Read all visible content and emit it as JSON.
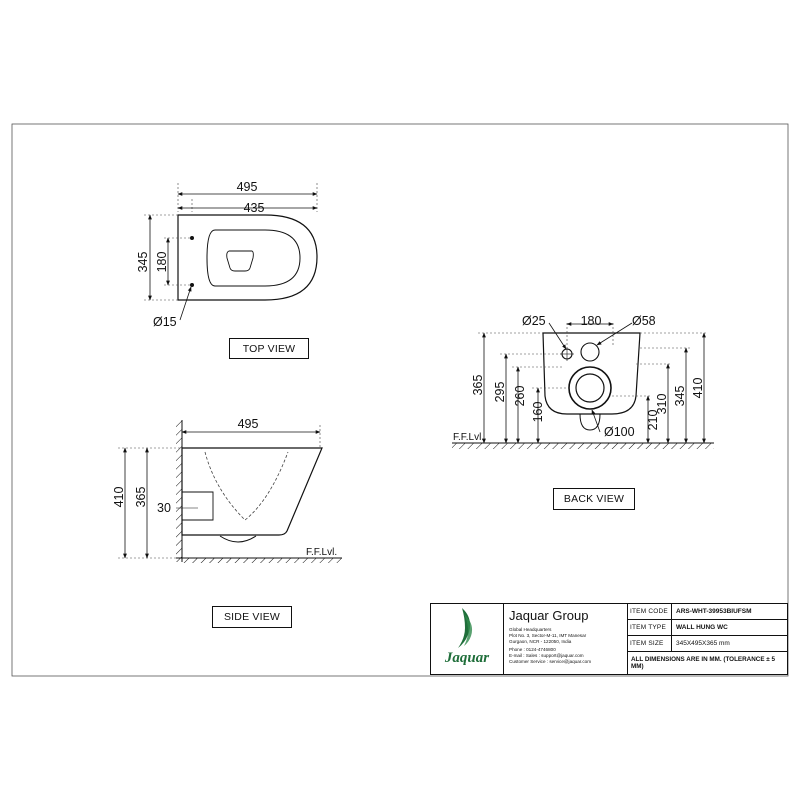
{
  "top_view": {
    "label": "TOP VIEW",
    "dim_overall_width": "495",
    "dim_inner_width": "435",
    "dim_depth": "345",
    "dim_fixing_spacing": "180",
    "dim_fixing_hole": "Ø15"
  },
  "side_view": {
    "label": "SIDE VIEW",
    "dim_length": "495",
    "dim_height_total": "410",
    "dim_height_bowl": "365",
    "dim_outlet": "30",
    "floor_label": "F.F.Lvl."
  },
  "back_view": {
    "label": "BACK VIEW",
    "dim_hole_small": "Ø25",
    "dim_hole_spacing": "180",
    "dim_hole_large": "Ø58",
    "dim_outlet_dia": "Ø100",
    "dim_365": "365",
    "dim_295": "295",
    "dim_260": "260",
    "dim_160": "160",
    "dim_210": "210",
    "dim_310": "310",
    "dim_345": "345",
    "dim_410": "410",
    "floor_label": "F.F.Lvl."
  },
  "title_block": {
    "brand": "Jaquar",
    "company_name": "Jaquar Group",
    "address_heading": "Global Headquarters",
    "address_line1": "Plot No. 3, Sector-M-11, IMT Manesar",
    "address_line2": "Gurgaon, NCR - 122050, India",
    "phone": "Phone : 0124-4746800",
    "email": "E-mail : Sales : support@jaquar.com",
    "customer_service": "Customer Service : service@jaquar.com",
    "item_code_label": "ITEM CODE",
    "item_code": "ARS-WHT-39953BIUFSM",
    "item_type_label": "ITEM TYPE",
    "item_type": "WALL HUNG WC",
    "item_size_label": "ITEM SIZE",
    "item_size": "345X495X365 mm",
    "dimension_note": "ALL DIMENSIONS ARE IN MM. (TOLERANCE ± 5 MM)"
  }
}
